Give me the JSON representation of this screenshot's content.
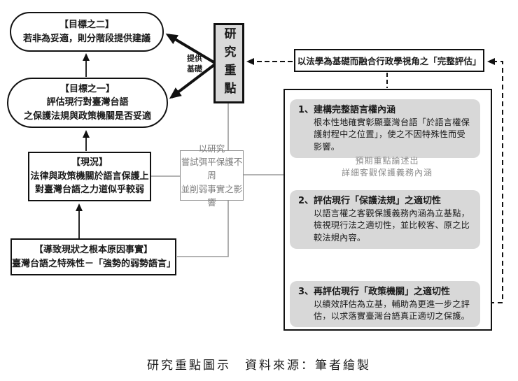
{
  "colors": {
    "panel_fill": "#d9d9d9",
    "connector_gray": "#9a9a9a",
    "muted_text": "#7d7d7d",
    "line_black": "#1a1a1a"
  },
  "diagram": {
    "goal2": {
      "title": "【目標之二】",
      "body": "若非為妥適，則分階段提供建議"
    },
    "goal1": {
      "title": "【目標之一】",
      "line1": "評估現行對臺灣台語",
      "line2": "之保護法規與政策機關是否妥適"
    },
    "status": {
      "title": "【現況】",
      "line1": "法律與政策機關於語言保護上",
      "line2": "對臺灣台語之力道似乎較弱"
    },
    "root_cause": {
      "title": "【導致現狀之根本原因事實】",
      "body": "臺灣台語之特殊性－「強勢的弱勢語言」"
    },
    "research_focus": {
      "label": "研究重點"
    },
    "provide_basis": {
      "label": "提供基礎"
    },
    "research_method": {
      "line1": "以研究",
      "line2": "嘗試弭平保護不周",
      "line3": "並削弱事實之影響"
    },
    "complete_evaluation": {
      "label": "以法學為基礎而融合行政學視角之「完整評估」"
    },
    "expected_note": {
      "line1": "預期重點論述出",
      "line2": "詳細客觀保護義務內涵"
    },
    "steps": [
      {
        "title": "1、建構完整語言權內涵",
        "body": "根本性地確實彰顯臺灣台語「於語言權保護射程中之位置」，使之不因特殊性而受影響。"
      },
      {
        "title": "2、評估現行「保護法規」之適切性",
        "body": "以語言權之客觀保護義務內涵為立基點，檢視現行法之適切性，並比較客、原之比較法規內容。"
      },
      {
        "title": "3、再評估現行「政策機關」之適切性",
        "body": "以績效評估為立基，輔助為更進一步之評估，以求落實臺灣台語真正適切之保護。"
      }
    ],
    "caption": "研究重點圖示　資料來源：筆者繪製"
  }
}
